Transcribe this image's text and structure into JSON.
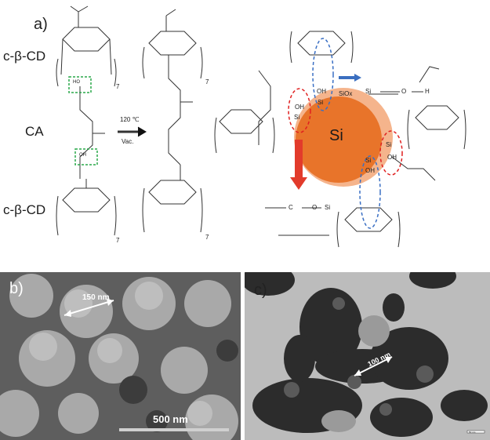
{
  "panel_a": {
    "letter": "a)",
    "label_top": "c-β-CD",
    "label_mid": "CA",
    "label_bottom": "c-β-CD",
    "conditions_temp": "120 ℃",
    "conditions_vac": "Vac.",
    "repeat_n": "7",
    "si_core": "Si",
    "siox_shell": "SiOx",
    "si": "Si",
    "oh": "OH",
    "ho": "HO",
    "o": "O",
    "h": "H",
    "c": "C",
    "colors": {
      "core_orange": "#e8742a",
      "shell_peach": "#f5b48c",
      "red_dashed": "#e02020",
      "blue_dashed": "#3a6fc4",
      "green_dashed": "#2aa84a",
      "arrow_blue": "#3b6fc0",
      "arrow_red": "#e23b2b"
    }
  },
  "panel_b": {
    "letter": "b)",
    "measure": "150 nm",
    "scalebar": "500 nm"
  },
  "panel_c": {
    "letter": "c)",
    "measure": "100 nm",
    "scalebar": "50 nm"
  }
}
